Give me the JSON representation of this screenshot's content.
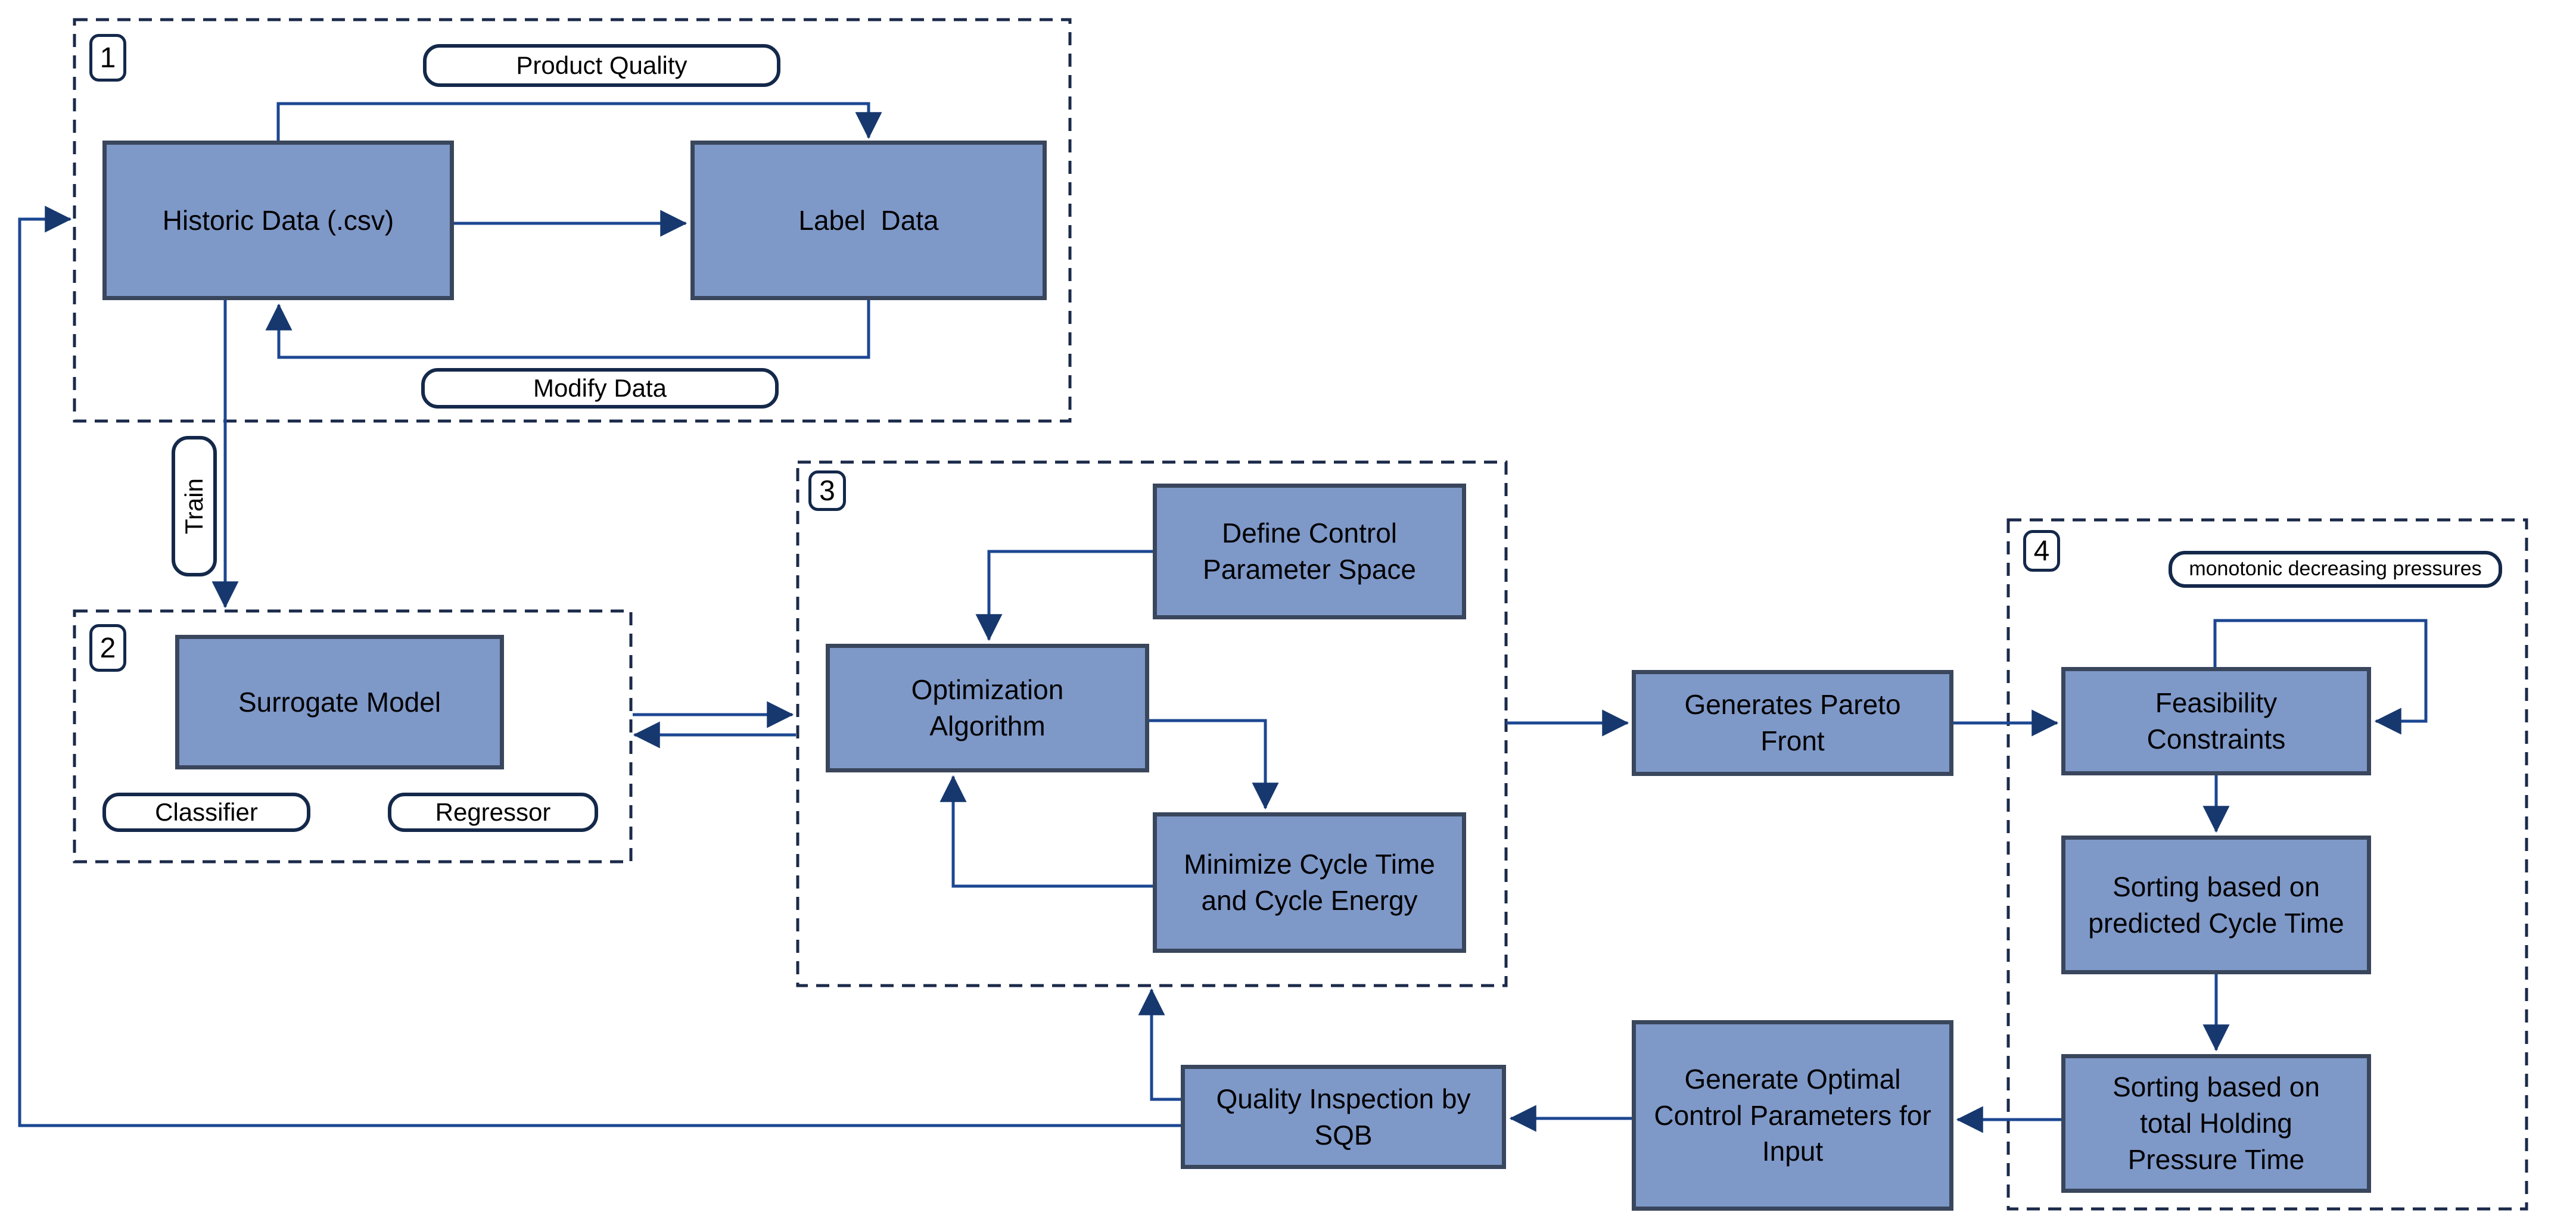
{
  "colors": {
    "background": "#FFFFFF",
    "node_fill": "#7E98C8",
    "node_border": "#39465C",
    "connector": "#1C4792",
    "arrowhead": "#17386E",
    "dashed_border": "#1B2A4A",
    "pill_border": "#14284A",
    "text": "#000000"
  },
  "sections": [
    {
      "badge": "1"
    },
    {
      "badge": "2"
    },
    {
      "badge": "3"
    },
    {
      "badge": "4"
    }
  ],
  "nodes": {
    "historic_data": {
      "label": "Historic Data (.csv)"
    },
    "label_data": {
      "label": "Label  Data"
    },
    "surrogate_model": {
      "label": "Surrogate Model"
    },
    "define_control": {
      "label": "Define Control Parameter Space"
    },
    "optimization": {
      "label": "Optimization Algorithm"
    },
    "minimize": {
      "label": "Minimize Cycle Time and Cycle Energy"
    },
    "pareto": {
      "label": "Generates Pareto Front"
    },
    "feasibility": {
      "label": "Feasibility Constraints"
    },
    "sort_cycle_time": {
      "label": "Sorting based on predicted Cycle Time"
    },
    "sort_holding": {
      "label": "Sorting based on total Holding Pressure Time"
    },
    "generate_optimal": {
      "label": "Generate Optimal Control Parameters for Input"
    },
    "quality_inspection": {
      "label": "Quality Inspection by SQB"
    }
  },
  "tags": {
    "product_quality": "Product Quality",
    "modify_data": "Modify Data",
    "train": "Train",
    "classifier": "Classifier",
    "regressor": "Regressor",
    "monotonic": "monotonic decreasing pressures"
  }
}
